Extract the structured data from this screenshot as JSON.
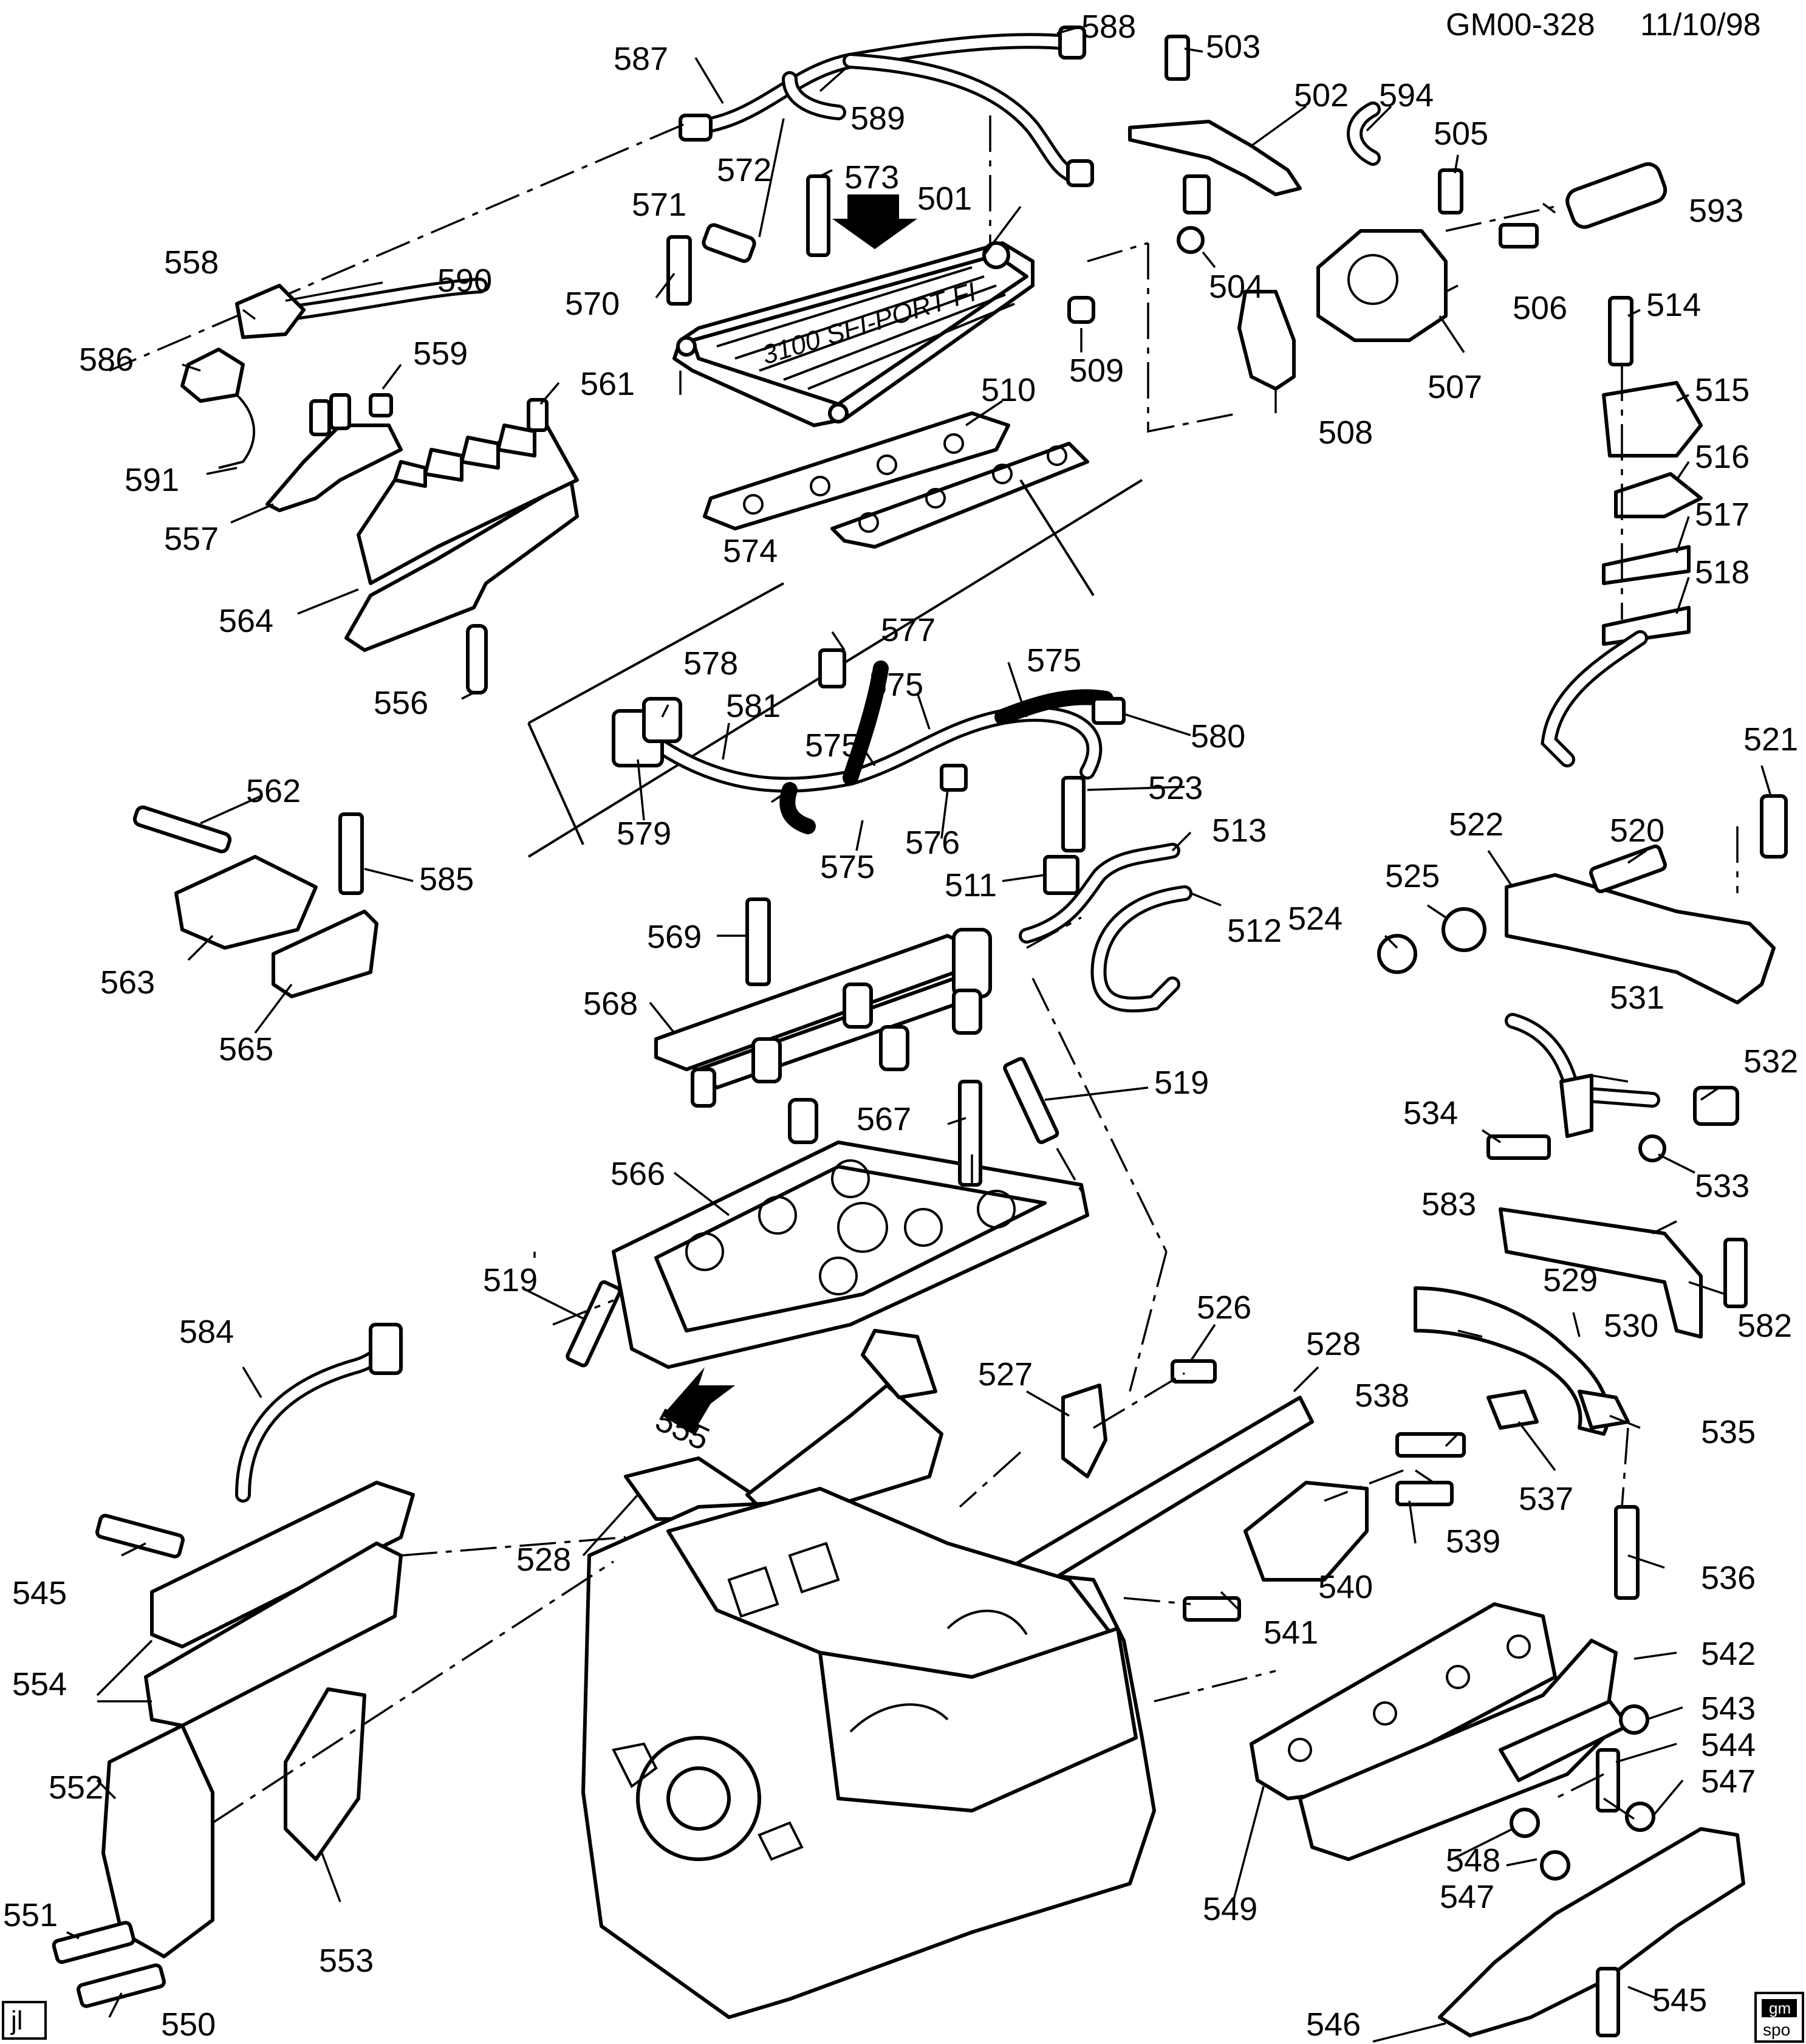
{
  "header": {
    "drawing_id": "GM00-328",
    "date": "11/10/98"
  },
  "corner_tags": {
    "initials": "jl",
    "logo_line1": "gm",
    "logo_line2": "spo"
  },
  "labels": {
    "p501": "501",
    "p502": "502",
    "p503": "503",
    "p504": "504",
    "p505": "505",
    "p506": "506",
    "p507": "507",
    "p508": "508",
    "p509": "509",
    "p510": "510",
    "p511": "511",
    "p512": "512",
    "p513": "513",
    "p514": "514",
    "p515": "515",
    "p516": "516",
    "p517": "517",
    "p518": "518",
    "p519a": "519",
    "p519b": "519",
    "p520": "520",
    "p521": "521",
    "p522": "522",
    "p523": "523",
    "p524": "524",
    "p525": "525",
    "p526": "526",
    "p527": "527",
    "p528a": "528",
    "p528b": "528",
    "p529": "529",
    "p530": "530",
    "p531": "531",
    "p532": "532",
    "p533": "533",
    "p534": "534",
    "p535": "535",
    "p536": "536",
    "p537": "537",
    "p538": "538",
    "p539": "539",
    "p540": "540",
    "p541": "541",
    "p542": "542",
    "p543": "543",
    "p544": "544",
    "p545a": "545",
    "p545b": "545",
    "p546": "546",
    "p547a": "547",
    "p547b": "547",
    "p548": "548",
    "p549": "549",
    "p550": "550",
    "p551": "551",
    "p552": "552",
    "p553": "553",
    "p554": "554",
    "p555": "555",
    "p556": "556",
    "p557": "557",
    "p558": "558",
    "p559": "559",
    "p561": "561",
    "p562": "562",
    "p563": "563",
    "p564": "564",
    "p565": "565",
    "p566": "566",
    "p567": "567",
    "p568": "568",
    "p569": "569",
    "p570": "570",
    "p571": "571",
    "p572": "572",
    "p573": "573",
    "p574": "574",
    "p575a": "575",
    "p575b": "575",
    "p575c": "575",
    "p575d": "575",
    "p576": "576",
    "p577": "577",
    "p578": "578",
    "p579": "579",
    "p580": "580",
    "p581": "581",
    "p582": "582",
    "p583": "583",
    "p584": "584",
    "p585": "585",
    "p586": "586",
    "p587": "587",
    "p588": "588",
    "p589": "589",
    "p590": "590",
    "p591": "591",
    "p593": "593",
    "p594": "594"
  },
  "manifold_casting_text": "3100 SFI-PORT FI"
}
